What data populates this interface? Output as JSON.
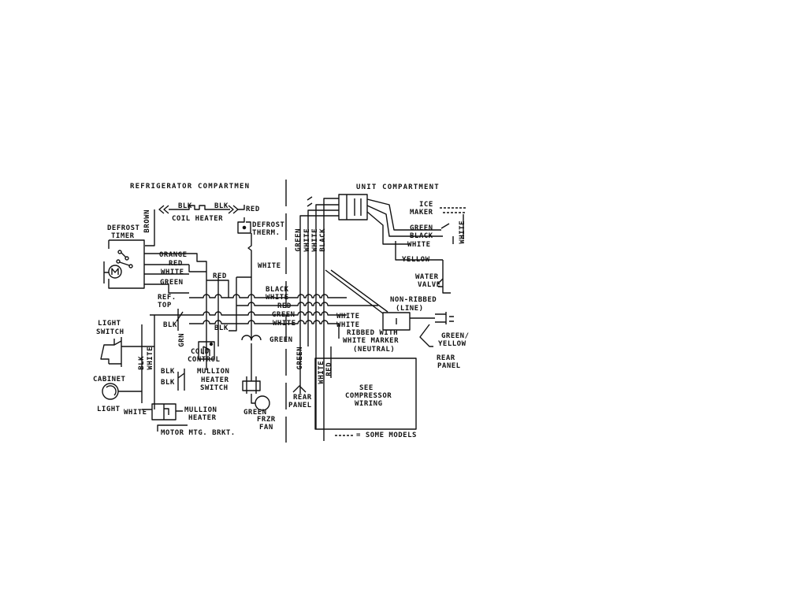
{
  "ref": {
    "title": "REFRIGERATOR COMPARTMEN",
    "coil_heater": {
      "label": "COIL HEATER",
      "wire_a": "BLK",
      "wire_b": "BLK",
      "wire_out": "RED"
    },
    "defrost_timer": {
      "line1": "DEFROST",
      "line2": "TIMER",
      "wire_brown": "BROWN",
      "wires": [
        "ORANGE",
        "RED",
        "WHITE",
        "GREEN"
      ]
    },
    "defrost_therm": {
      "line1": "DEFROST",
      "line2": "THERM.",
      "wire_white": "WHITE"
    },
    "mid_wire_red": "RED",
    "bus_wires": [
      "BLACK",
      "WHITE",
      "RED",
      "GREEN",
      "WHITE"
    ],
    "ref_top": {
      "line1": "REF.",
      "line2": "TOP",
      "wire_blk_a": "BLK",
      "wire_blk_b": "BLK",
      "wire_grn": "GRN"
    },
    "light_switch": {
      "line1": "LIGHT",
      "line2": "SWITCH",
      "wire_blk": "BLK",
      "wire_white": "WHITE"
    },
    "cold_control": {
      "line1": "COLD",
      "line2": "CONTROL"
    },
    "fan_wire_green": "GREEN",
    "cabinet_light": {
      "line1": "CABINET",
      "line2": "LIGHT",
      "wire_white": "WHITE"
    },
    "mullion_switch": {
      "line1": "MULLION",
      "line2": "HEATER",
      "line3": "SWITCH",
      "wire_blk_a": "BLK",
      "wire_blk_b": "BLK"
    },
    "mullion_heater": {
      "line1": "MULLION",
      "line2": "HEATER"
    },
    "motor_bracket": "MOTOR MTG. BRKT.",
    "frzr_fan": {
      "line1": "FRZR",
      "line2": "FAN",
      "wire_green": "GREEN"
    }
  },
  "unit": {
    "title": "UNIT COMPARTMENT",
    "harness_wires": [
      "GREEN",
      "WHITE",
      "WHITE",
      "BLACK"
    ],
    "ice_maker": {
      "line1": "ICE",
      "line2": "MAKER",
      "wires": [
        "GREEN",
        "BLACK",
        "WHITE"
      ],
      "wire_white": "WHITE"
    },
    "water_valve": {
      "line1": "WATER",
      "line2": "VALVE",
      "wire_yellow": "YELLOW"
    },
    "line_cord": {
      "line1": "NON-RIBBED",
      "line2": "(LINE)"
    },
    "neutral_cord": {
      "line1": "RIBBED WITH",
      "line2": "WHITE MARKER",
      "line3": "(NEUTRAL)",
      "wires": [
        "WHITE",
        "WHITE"
      ]
    },
    "ground": {
      "line1": "GREEN/",
      "line2": "YELLOW"
    },
    "rear_panel_right": {
      "line1": "REAR",
      "line2": "PANEL"
    },
    "rear_panel_left": {
      "line1": "REAR",
      "line2": "PANEL"
    },
    "compressor_wires": [
      "GREEN",
      "WHITE",
      "RED"
    ],
    "compressor": {
      "line1": "SEE",
      "line2": "COMPRESSOR",
      "line3": "WIRING"
    }
  },
  "legend": {
    "some_models": "= SOME MODELS"
  }
}
